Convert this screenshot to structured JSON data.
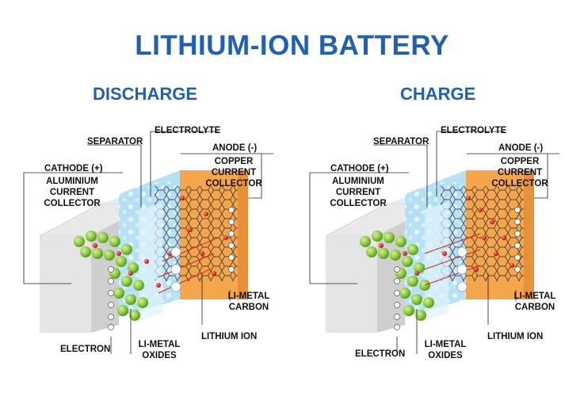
{
  "title": "LITHIUM-ION BATTERY",
  "panels": [
    {
      "heading": "DISCHARGE",
      "labels": {
        "electrolyte": "ELECTROLYTE",
        "separator": "SEPARATOR",
        "anode": "ANODE (-)",
        "copper_collector": "COPPER CURRENT COLLECTOR",
        "cathode": "CATHODE (+)",
        "aluminium_collector": "ALUMINIUM CURRENT COLLECTOR",
        "li_metal_carbon": "LI-METAL CARBON",
        "lithium_ion": "LITHIUM ION",
        "electron": "ELECTRON",
        "li_metal_oxides": "LI-METAL OXIDES"
      }
    },
    {
      "heading": "CHARGE",
      "labels": {
        "electrolyte": "ELECTROLYTE",
        "separator": "SEPARATOR",
        "anode": "ANODE (-)",
        "copper_collector": "COPPER CURRENT COLLECTOR",
        "cathode": "CATHODE (+)",
        "aluminium_collector": "ALUMINIUM CURRENT COLLECTOR",
        "li_metal_carbon": "LI-METAL CARBON",
        "lithium_ion": "LITHIUM ION",
        "electron": "ELECTRON",
        "li_metal_oxides": "LI-METAL OXIDES"
      }
    }
  ],
  "colors": {
    "heading": "#1f5fb4",
    "anode_orange": "#f5a54a",
    "electrolyte_blue": "#a9dcf5",
    "oxide_green": "#8ccc3c",
    "ion_red": "#e02020"
  }
}
